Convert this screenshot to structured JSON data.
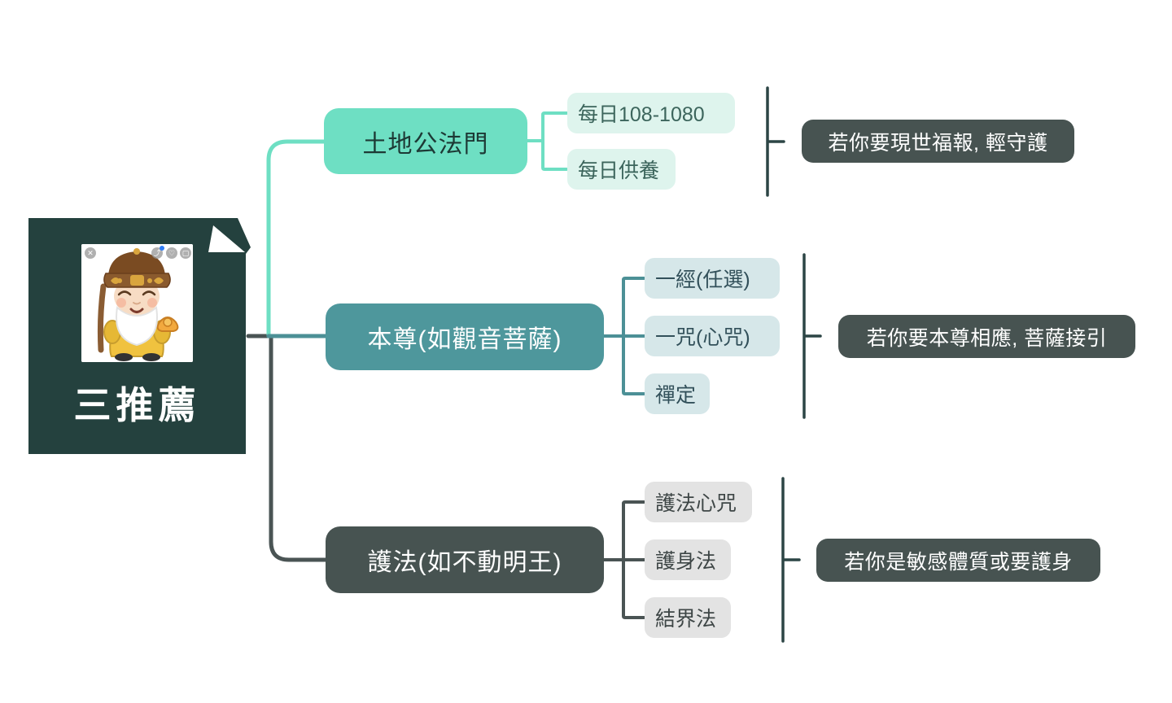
{
  "diagram": {
    "root": {
      "title": "三推薦",
      "image": {
        "description": "土地公神像公仔",
        "overlay_icons": [
          "close-icon",
          "share-icon",
          "like-icon",
          "save-icon"
        ]
      }
    },
    "branches": [
      {
        "label": "土地公法門",
        "children": [
          {
            "label": "每日108-1080"
          },
          {
            "label": "每日供養"
          }
        ],
        "summary": {
          "label": "若你要現世福報, 輕守護"
        }
      },
      {
        "label": "本尊(如觀音菩薩)",
        "children": [
          {
            "label": "一經(任選)"
          },
          {
            "label": "一咒(心咒)"
          },
          {
            "label": "禪定"
          }
        ],
        "summary": {
          "label": "若你要本尊相應, 菩薩接引"
        }
      },
      {
        "label": "護法(如不動明王)",
        "children": [
          {
            "label": "護法心咒"
          },
          {
            "label": "護身法"
          },
          {
            "label": "結界法"
          }
        ],
        "summary": {
          "label": "若你是敏感體質或要護身"
        }
      }
    ],
    "colors": {
      "root_fill": "#24413e",
      "mint": "#6edfc3",
      "mint_light": "#def4ed",
      "teal": "#4e979c",
      "teal_light": "#d6e7e9",
      "teal_line": "#4c9096",
      "slate": "#475351",
      "slate_light": "#e3e3e3",
      "dark_line": "#4a5454",
      "summary_line": "#2c4545"
    }
  }
}
